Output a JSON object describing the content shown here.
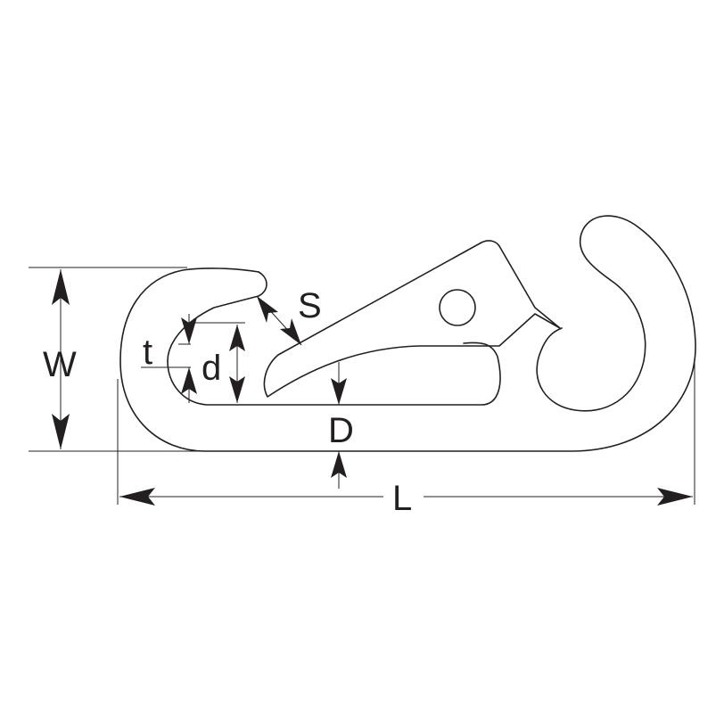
{
  "labels": {
    "W": "W",
    "L": "L",
    "t": "t",
    "d": "d",
    "S": "S",
    "D": "D"
  },
  "colors": {
    "line": "#231f20",
    "background": "#ffffff"
  }
}
